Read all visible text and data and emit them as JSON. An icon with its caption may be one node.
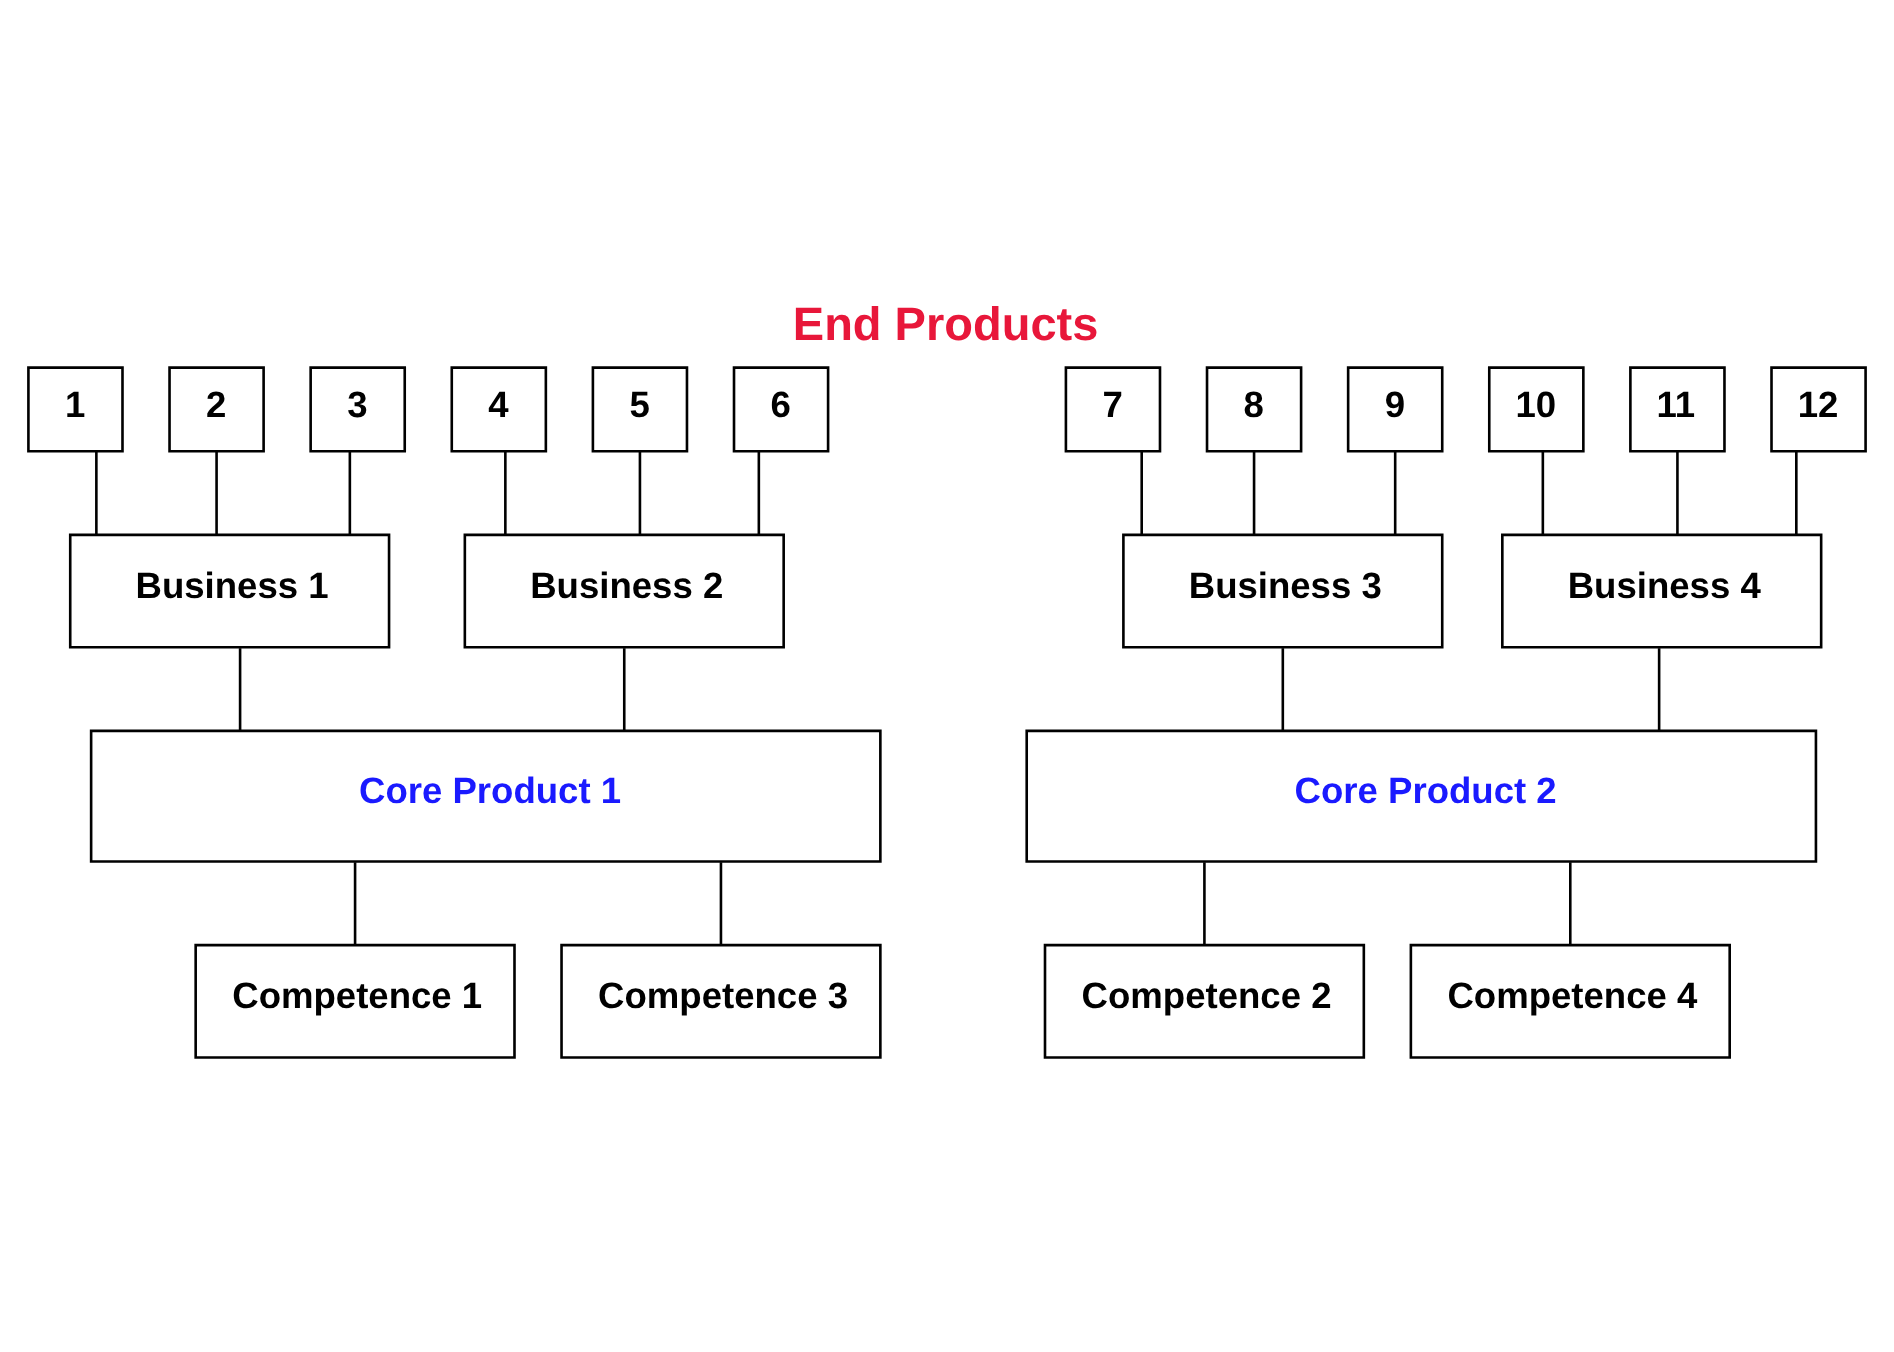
{
  "diagram": {
    "title": "End Products",
    "nodes": [
      {
        "text": [
          "1"
        ]
      },
      {
        "text": [
          "2"
        ]
      },
      {
        "text": [
          "3"
        ]
      },
      {
        "text": [
          "4"
        ]
      },
      {
        "text": [
          "5"
        ]
      },
      {
        "text": [
          "6"
        ]
      },
      {
        "text": [
          "7"
        ]
      },
      {
        "text": [
          "8"
        ]
      },
      {
        "text": [
          "9"
        ]
      },
      {
        "text": [
          "10"
        ]
      },
      {
        "text": [
          "11"
        ]
      },
      {
        "text": [
          "12"
        ]
      },
      {
        "text": [
          "Business 1"
        ]
      },
      {
        "text": [
          "Business 2"
        ]
      },
      {
        "text": [
          "Business 3"
        ]
      },
      {
        "text": [
          "Business 4"
        ]
      },
      {
        "text": [
          "Core Product 2"
        ]
      },
      {
        "text": [
          "Core Product 1"
        ]
      },
      {
        "text": [
          "Competence 1"
        ]
      },
      {
        "text": [
          "Competence 2"
        ]
      },
      {
        "text": [
          "Competence 3"
        ]
      },
      {
        "text": [
          "Competence 4"
        ]
      }
    ],
    "edges": [
      {
        "from": 0,
        "to": 12,
        "arrow": "none"
      },
      {
        "from": 1,
        "to": 12,
        "arrow": "none"
      },
      {
        "from": 2,
        "to": 12,
        "arrow": "none"
      },
      {
        "from": 3,
        "to": 13,
        "arrow": "none"
      },
      {
        "from": 4,
        "to": 13,
        "arrow": "none"
      },
      {
        "from": 5,
        "to": 13,
        "arrow": "none"
      },
      {
        "from": 6,
        "to": 14,
        "arrow": "none"
      },
      {
        "from": 7,
        "to": 14,
        "arrow": "none"
      },
      {
        "from": 8,
        "to": 14,
        "arrow": "none"
      },
      {
        "from": 9,
        "to": 15,
        "arrow": "none"
      },
      {
        "from": 10,
        "to": 15,
        "arrow": "none"
      },
      {
        "from": 11,
        "to": 15,
        "arrow": "none"
      },
      {
        "from": 12,
        "to": 17,
        "arrow": "none"
      },
      {
        "from": 13,
        "to": 17,
        "arrow": "none"
      },
      {
        "from": 14,
        "to": 16,
        "arrow": "none"
      },
      {
        "from": 15,
        "to": 16,
        "arrow": "none"
      },
      {
        "from": 16,
        "to": 19,
        "arrow": "none"
      },
      {
        "from": 16,
        "to": 21,
        "arrow": "none"
      },
      {
        "from": 17,
        "to": 18,
        "arrow": "none"
      },
      {
        "from": 17,
        "to": 20,
        "arrow": "none"
      }
    ]
  }
}
